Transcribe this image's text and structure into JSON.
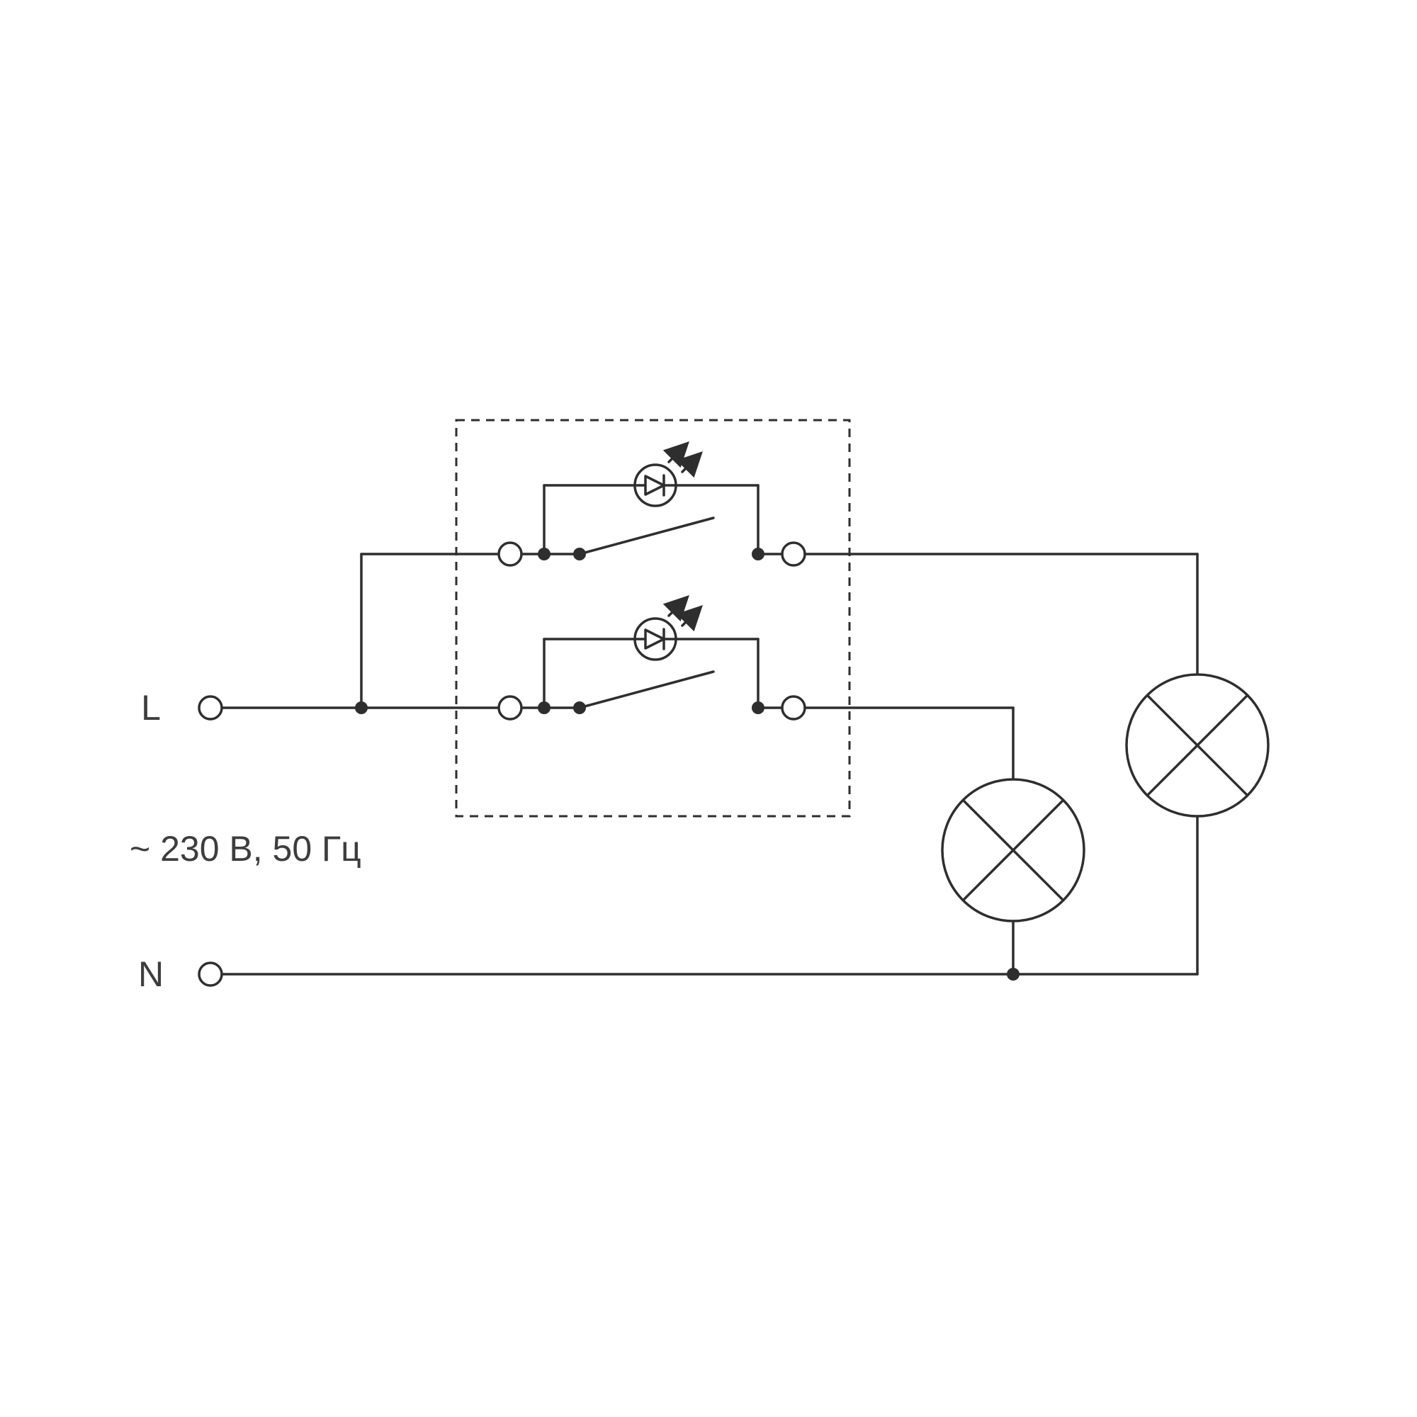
{
  "diagram": {
    "type": "electrical-wiring-diagram",
    "labels": {
      "line_terminal": "L",
      "neutral_terminal": "N",
      "supply_rating": "~ 230 В, 50 Гц"
    },
    "colors": {
      "stroke": "#2e2e2e",
      "text": "#3d3d3d",
      "background": "#ffffff"
    },
    "symbols": {
      "switch_unit": "dashed-outline-box",
      "gang_count": 2,
      "gang_symbol": "single-pole-switch-with-led-indicator",
      "led_symbol": "diode-in-circle-with-emission-arrows",
      "lamp_symbol": "circle-with-diagonal-cross",
      "lamp_count": 2
    }
  }
}
